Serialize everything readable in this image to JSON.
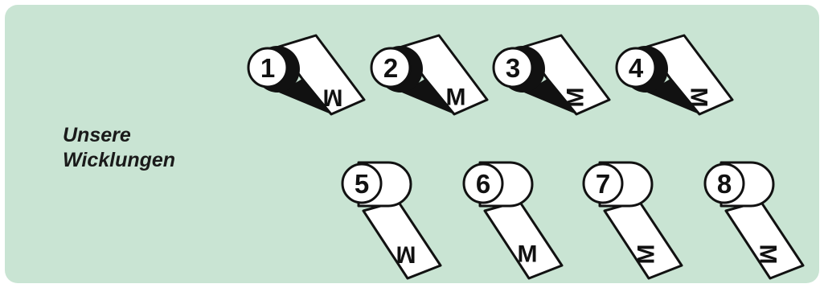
{
  "title": {
    "line1": "Unsere",
    "line2": "Wicklungen"
  },
  "rolls": [
    {
      "number": "1",
      "letter": "M",
      "unwind": "top",
      "letter_orientation": "upside-down"
    },
    {
      "number": "2",
      "letter": "M",
      "unwind": "top",
      "letter_orientation": "upright"
    },
    {
      "number": "3",
      "letter": "M",
      "unwind": "top",
      "letter_orientation": "rotated-left"
    },
    {
      "number": "4",
      "letter": "M",
      "unwind": "top",
      "letter_orientation": "rotated-right"
    },
    {
      "number": "5",
      "letter": "M",
      "unwind": "bottom",
      "letter_orientation": "upside-down"
    },
    {
      "number": "6",
      "letter": "M",
      "unwind": "bottom",
      "letter_orientation": "upright"
    },
    {
      "number": "7",
      "letter": "M",
      "unwind": "bottom",
      "letter_orientation": "rotated-left"
    },
    {
      "number": "8",
      "letter": "M",
      "unwind": "bottom",
      "letter_orientation": "rotated-right"
    }
  ],
  "colors": {
    "panel": "#c9e4d3",
    "outline": "#111111",
    "paper": "#ffffff"
  }
}
